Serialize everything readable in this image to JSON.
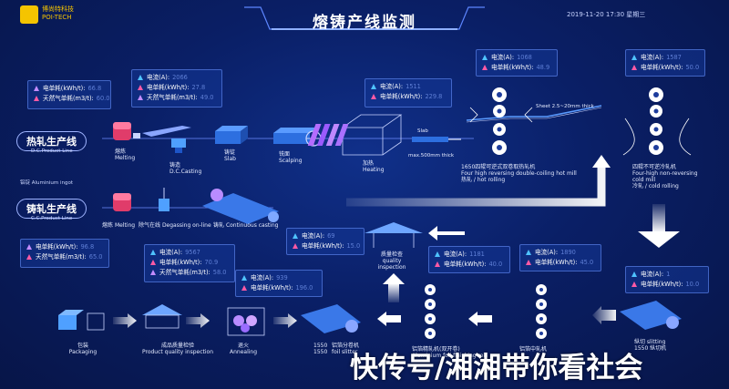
{
  "header": {
    "logo_name": "博尚特科技",
    "logo_sub": "POI-TECH",
    "title": "熔铸产线监测",
    "timestamp": "2019-11-20 17:30 星期三"
  },
  "lines": {
    "hot": {
      "label": "热轧生产线",
      "en": "D.C.Product Line"
    },
    "cold": {
      "label": "铸轧生产线",
      "en": "C.C.Product Line"
    },
    "ingot": "铝锭 Aluminium ingot"
  },
  "metric_labels": {
    "current": "电流(A):",
    "power": "电单耗(kWh/t):",
    "gas": "天然气单耗(m3/t):"
  },
  "panels": {
    "p_hot_left": {
      "power": "66.8",
      "gas": "60.0"
    },
    "p_melting": {
      "current": "2066",
      "power": "27.8",
      "gas": "49.0"
    },
    "p_heating": {
      "current": "1511",
      "power": "229.8"
    },
    "p_hotmill": {
      "current": "1068",
      "power": "48.9"
    },
    "p_coldmill": {
      "current": "1587",
      "power": "50.0"
    },
    "p_cc_left": {
      "power": "96.8",
      "gas": "65.0"
    },
    "p_annealing": {
      "current": "9567",
      "power": "70.9",
      "gas": "58.0"
    },
    "p_foil": {
      "current": "939",
      "power": "196.0"
    },
    "p_quality": {
      "current": "69",
      "power": "15.0"
    },
    "p_roughfoil": {
      "current": "1181",
      "power": "40.0"
    },
    "p_midfoil": {
      "current": "1890",
      "power": "45.0"
    },
    "p_slitting": {
      "current": "1",
      "power": "10.0"
    }
  },
  "captions": {
    "melting": "熔炼",
    "melting_en": "Melting",
    "casting": "铸造",
    "casting_en": "D.C.Casting",
    "slab": "铸锭",
    "slab_en": "Slab",
    "scalping": "铣面",
    "scalping_en": "Scalping",
    "heating": "加热",
    "heating_en": "Heating",
    "slab_small": "Slab",
    "slab_size": "max.500mm thick",
    "sheet_size": "Sheet 2.5~20mm thick",
    "hotmill_cn": "1650四辊可逆式双卷取热轧机",
    "hotmill_en1": "Four high reversing double-coiling hot mill",
    "hotmill_cn2": "热轧 / hot rolling",
    "coldmill_cn": "四辊不可逆冷轧机",
    "coldmill_en1": "Four-high non-reversing",
    "coldmill_en2": "cold mill",
    "coldmill_cn2": "冷轧 / cold rolling",
    "cc_melting": "熔炼",
    "cc_melting_en": "Melting",
    "degassing": "除气在线",
    "degassing_en": "Degassing on-line",
    "cc_casting": "铸轧",
    "cc_casting_en": "Continuous casting",
    "quality_cn": "质量检查",
    "quality_en": "quality inspection",
    "packaging": "包装",
    "packaging_en": "Packaging",
    "product_qc": "成品质量检验",
    "product_qc_en": "Product quality inspection",
    "annealing": "退火",
    "annealing_en": "Annealing",
    "foil_num1": "1550",
    "foil_num2": "1550",
    "foil_slit": "铝箔分卷机",
    "foil_slit_en": "foil slitter",
    "rough_foil": "铝箔精轧机(双开卷)",
    "rough_foil_en": "Aluminium foil finishing mill",
    "mid_foil": "铝箔中轧机",
    "slitting": "纵切 slitting",
    "slitting_num": "1550 纵切机"
  },
  "watermark": "快传号/湘湘带你看社会",
  "colors": {
    "accent_pink": "#ff5aa5",
    "accent_blue": "#4fc3ff",
    "accent_violet": "#c38cff",
    "logo_yellow": "#f5c400"
  }
}
